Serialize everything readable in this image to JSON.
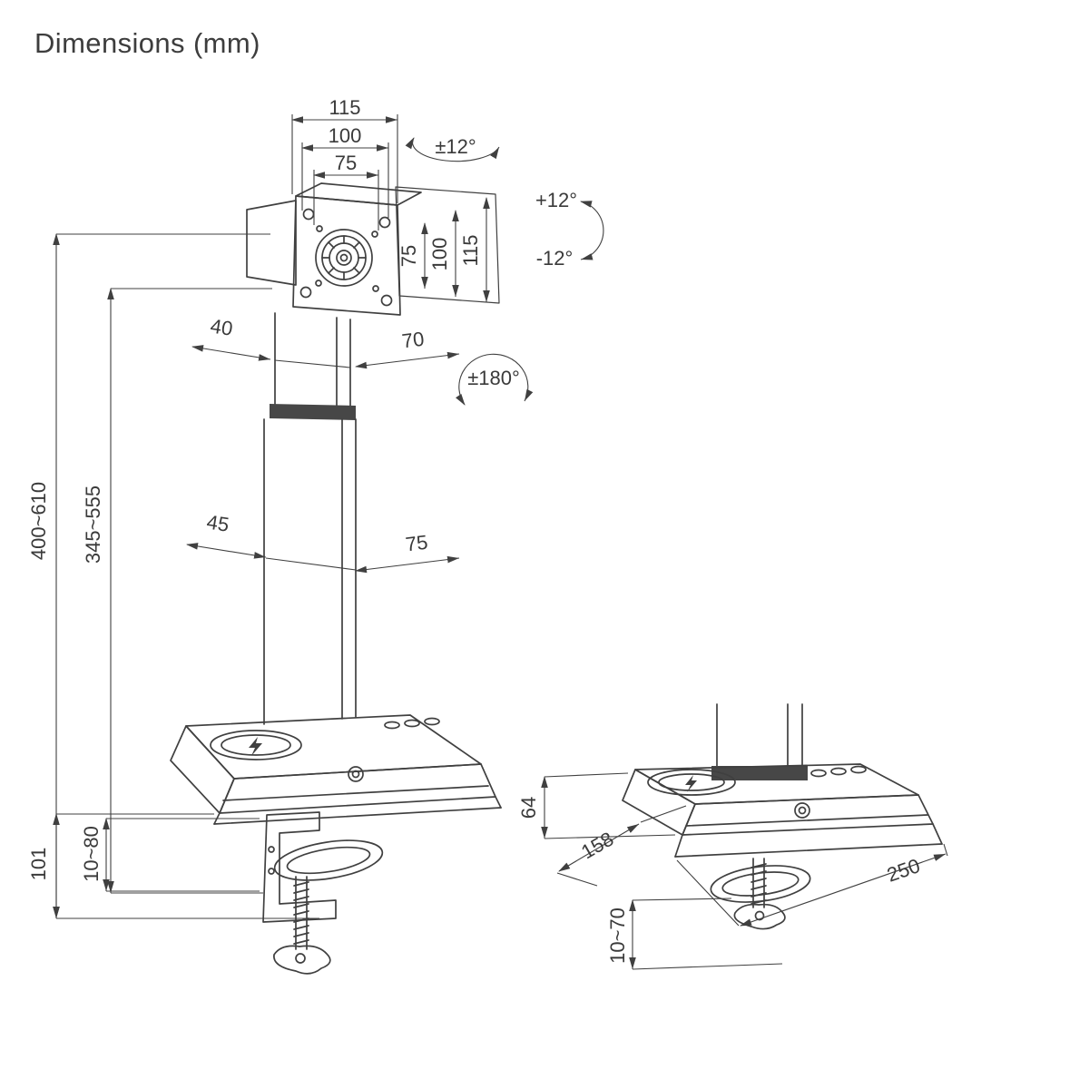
{
  "title": "Dimensions (mm)",
  "colors": {
    "line": "#404040",
    "text": "#3a3a3a",
    "dark_band": "#474747"
  },
  "dims": {
    "vesa_w_outer": "115",
    "vesa_w_mid": "100",
    "vesa_w_inner": "75",
    "swivel": "±12°",
    "tilt_up": "+12°",
    "tilt_down": "-12°",
    "vesa_h_inner": "75",
    "vesa_h_mid": "100",
    "vesa_h_outer": "115",
    "col_upper_depth": "40",
    "col_upper_width": "70",
    "rotate": "±180°",
    "col_lower_depth": "45",
    "col_lower_width": "75",
    "height_total": "400~610",
    "height_column": "345~555",
    "base_clamp_height": "101",
    "clamp_open_main": "10~80",
    "base_height": "64",
    "base_depth": "158",
    "base_width": "250",
    "clamp_open_side": "10~70"
  }
}
